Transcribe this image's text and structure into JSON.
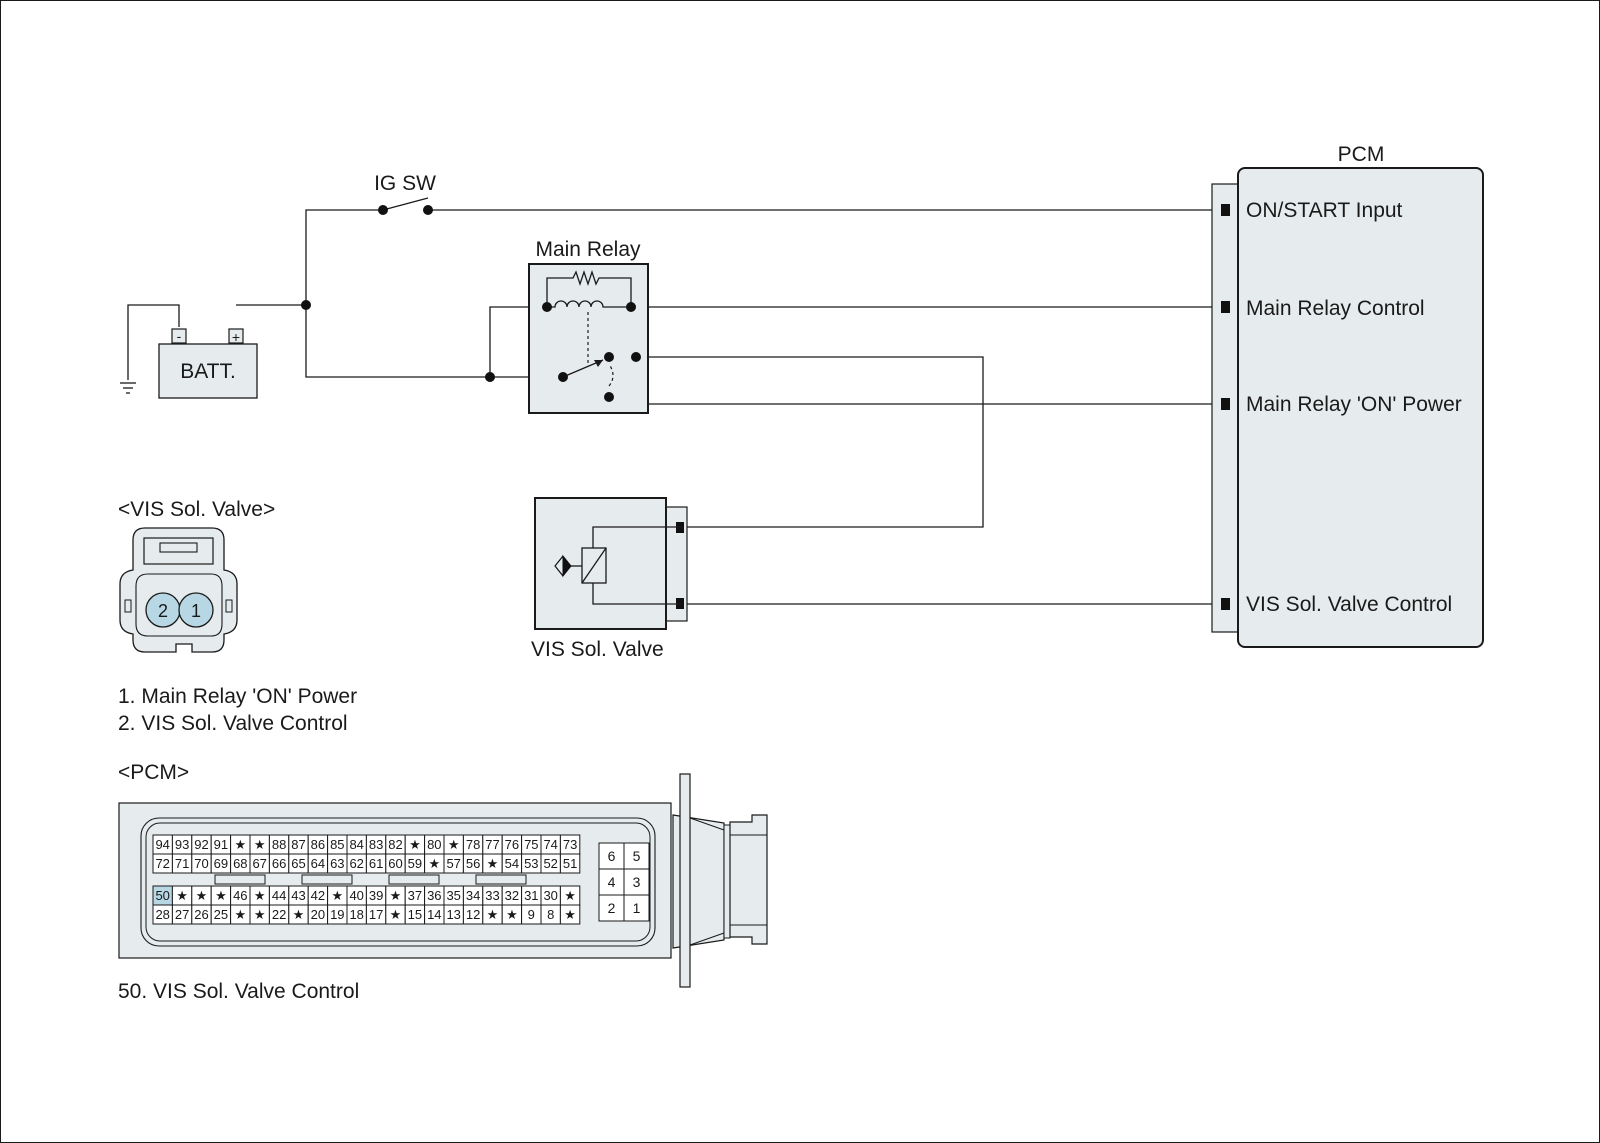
{
  "colors": {
    "box_fill": "#e6ecee",
    "pin_highlight": "#b7d7e5",
    "line": "#1a1a1a"
  },
  "labels": {
    "ig_sw": "IG SW",
    "main_relay": "Main Relay",
    "battery": "BATT.",
    "battery_minus": "-",
    "battery_plus": "+",
    "pcm_title": "PCM",
    "vis_valve_title": "VIS Sol. Valve"
  },
  "pcm_terminals": [
    "ON/START Input",
    "Main Relay Control",
    "Main Relay 'ON' Power",
    "VIS Sol. Valve Control"
  ],
  "vis_connector": {
    "heading": "<VIS Sol. Valve>",
    "pin2": "2",
    "pin1": "1",
    "legend": [
      "1. Main Relay 'ON' Power",
      "2. VIS Sol. Valve Control"
    ]
  },
  "pcm_connector": {
    "heading": "<PCM>",
    "legend": "50. VIS Sol. Valve Control",
    "highlight": "50",
    "row1": [
      "94",
      "93",
      "92",
      "91",
      "★",
      "★",
      "88",
      "87",
      "86",
      "85",
      "84",
      "83",
      "82",
      "★",
      "80",
      "★",
      "78",
      "77",
      "76",
      "75",
      "74",
      "73"
    ],
    "row2": [
      "72",
      "71",
      "70",
      "69",
      "68",
      "67",
      "66",
      "65",
      "64",
      "63",
      "62",
      "61",
      "60",
      "59",
      "★",
      "57",
      "56",
      "★",
      "54",
      "53",
      "52",
      "51"
    ],
    "row3": [
      "50",
      "★",
      "★",
      "★",
      "46",
      "★",
      "44",
      "43",
      "42",
      "★",
      "40",
      "39",
      "★",
      "37",
      "36",
      "35",
      "34",
      "33",
      "32",
      "31",
      "30",
      "★"
    ],
    "row4": [
      "28",
      "27",
      "26",
      "25",
      "★",
      "★",
      "22",
      "★",
      "20",
      "19",
      "18",
      "17",
      "★",
      "15",
      "14",
      "13",
      "12",
      "★",
      "★",
      "9",
      "8",
      "★"
    ],
    "side": [
      [
        "6",
        "5"
      ],
      [
        "4",
        "3"
      ],
      [
        "2",
        "1"
      ]
    ]
  }
}
